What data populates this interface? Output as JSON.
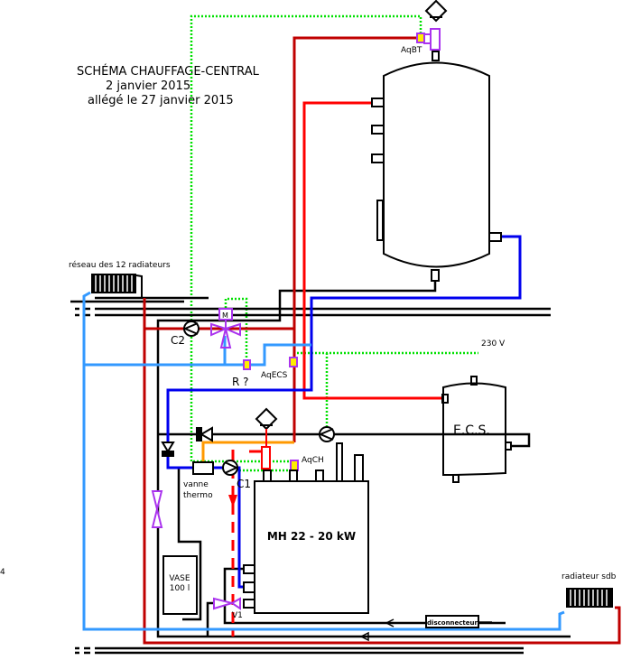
{
  "title": {
    "line1": "SCHÉMA CHAUFFAGE-CENTRAL",
    "line2": "2 janvier 2015",
    "line3": "allégé le 27 janvier 2015"
  },
  "labels": {
    "aqbt": "AqBT",
    "radiators_network": "réseau des 12 radiateurs",
    "c2": "C2",
    "r": "R ?",
    "aqecs": "AqECS",
    "v230": "230 V",
    "ecs": "E.C.S.",
    "aqch": "AqCH",
    "vanne": "vanne",
    "thermo": "thermo",
    "c1": "C1",
    "boiler": "MH 22 - 20 kW",
    "vase1": "VASE",
    "vase2": "100 l",
    "v1": "V1",
    "radiator_sdb": "radiateur sdb",
    "disconnecteur": "disconnecteur",
    "m": "M",
    "page_num": "4"
  },
  "colors": {
    "hot_dark": "#c00000",
    "hot": "#ff0000",
    "cold": "#0000ee",
    "return": "#3399ff",
    "signal": "#00e000",
    "valve": "#aa33ee",
    "bypass": "#ff9900",
    "sensor": "#ffee00"
  }
}
